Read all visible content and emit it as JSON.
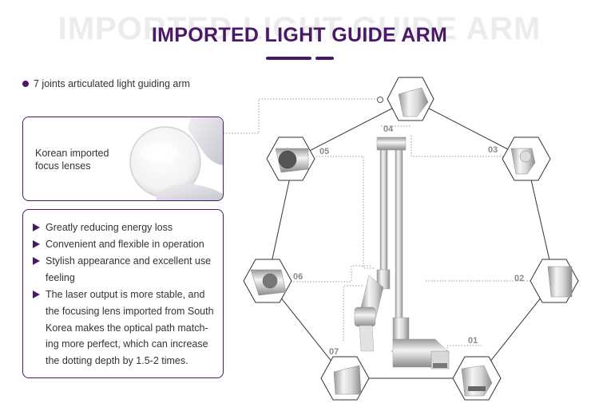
{
  "header": {
    "watermark": "IMPORTED LIGHT GUIDE ARM",
    "title": "IMPORTED LIGHT GUIDE ARM"
  },
  "intro": {
    "bullet": "7 joints articulated light guiding arm"
  },
  "lens_panel": {
    "text": "Korean imported focus lenses"
  },
  "features": [
    "Greatly reducing energy loss",
    "Convenient and flexible in operation",
    "Stylish appearance and excellent use feeling",
    "The laser output is more stable, and the focusing lens imported from South Korea makes the optical path match-ing more perfect, which can increase the dotting depth by 1.5-2 times."
  ],
  "joints": [
    {
      "label": "01"
    },
    {
      "label": "02"
    },
    {
      "label": "03"
    },
    {
      "label": "04"
    },
    {
      "label": "05"
    },
    {
      "label": "06"
    },
    {
      "label": "07"
    }
  ],
  "colors": {
    "accent": "#4a1869",
    "frame": "#333333",
    "connector": "#999999",
    "metal": "#c8c8c8"
  }
}
